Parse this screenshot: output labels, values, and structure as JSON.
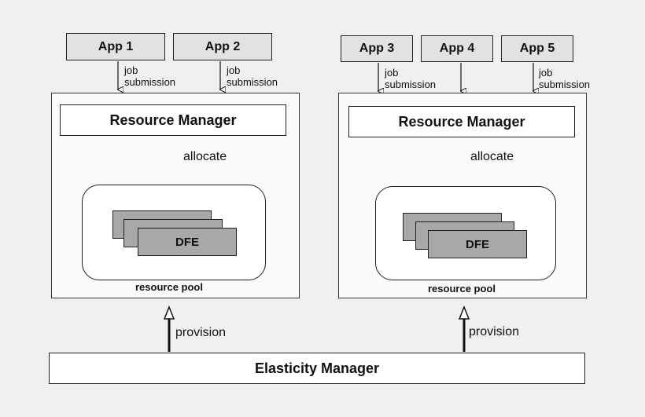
{
  "apps": [
    "App 1",
    "App 2",
    "App 3",
    "App 4",
    "App 5"
  ],
  "job_submission": [
    "job",
    "submission"
  ],
  "resource_manager_label": "Resource Manager",
  "allocate_label": "allocate",
  "dfe_label": "DFE",
  "resource_pool_label": "resource pool",
  "provision_label": "provision",
  "elasticity_manager_label": "Elasticity Manager"
}
